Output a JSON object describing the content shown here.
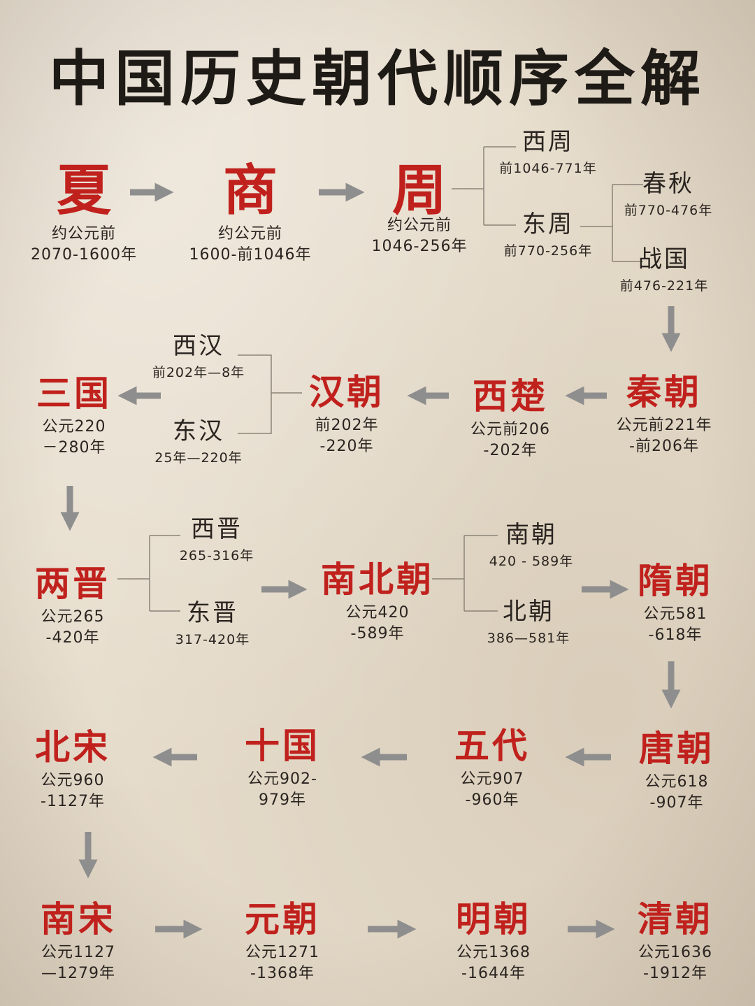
{
  "title": "中国历史朝代顺序全解",
  "dynasties": {
    "xia": {
      "name": "夏",
      "date1": "约公元前",
      "date2": "2070-1600年"
    },
    "shang": {
      "name": "商",
      "date1": "约公元前",
      "date2": "1600-前1046年"
    },
    "zhou": {
      "name": "周",
      "date1": "约公元前",
      "date2": "1046-256年"
    },
    "qin": {
      "name": "秦朝",
      "date1": "公元前221年",
      "date2": "-前206年"
    },
    "xichu": {
      "name": "西楚",
      "date1": "公元前206",
      "date2": "-202年"
    },
    "han": {
      "name": "汉朝",
      "date1": "前202年",
      "date2": "-220年"
    },
    "sanguo": {
      "name": "三国",
      "date1": "公元220",
      "date2": "－280年"
    },
    "liangjin": {
      "name": "两晋",
      "date1": "公元265",
      "date2": "-420年"
    },
    "nanbei": {
      "name": "南北朝",
      "date1": "公元420",
      "date2": "-589年"
    },
    "sui": {
      "name": "隋朝",
      "date1": "公元581",
      "date2": "-618年"
    },
    "tang": {
      "name": "唐朝",
      "date1": "公元618",
      "date2": "-907年"
    },
    "wudai": {
      "name": "五代",
      "date1": "公元907",
      "date2": "-960年"
    },
    "shiguo": {
      "name": "十国",
      "date1": "公元902-",
      "date2": "979年"
    },
    "beisong": {
      "name": "北宋",
      "date1": "公元960",
      "date2": "-1127年"
    },
    "nansong": {
      "name": "南宋",
      "date1": "公元1127",
      "date2": "—1279年"
    },
    "yuan": {
      "name": "元朝",
      "date1": "公元1271",
      "date2": "-1368年"
    },
    "ming": {
      "name": "明朝",
      "date1": "公元1368",
      "date2": "-1644年"
    },
    "qing": {
      "name": "清朝",
      "date1": "公元1636",
      "date2": "-1912年"
    }
  },
  "subs": {
    "xizhou": {
      "name": "西周",
      "date": "前1046-771年"
    },
    "dongzhou": {
      "name": "东周",
      "date": "前770-256年"
    },
    "chunqiu": {
      "name": "春秋",
      "date": "前770-476年"
    },
    "zhanguo": {
      "name": "战国",
      "date": "前476-221年"
    },
    "xihan": {
      "name": "西汉",
      "date": "前202年—8年"
    },
    "donghan": {
      "name": "东汉",
      "date": "25年—220年"
    },
    "xijin": {
      "name": "西晋",
      "date": "265-316年"
    },
    "dongjin": {
      "name": "东晋",
      "date": "317-420年"
    },
    "nanchao": {
      "name": "南朝",
      "date": "420 - 589年"
    },
    "beichao": {
      "name": "北朝",
      "date": "386—581年"
    }
  },
  "colors": {
    "accent": "#c0211d",
    "arrow": "#8e8e8e",
    "text": "#2a2420"
  }
}
